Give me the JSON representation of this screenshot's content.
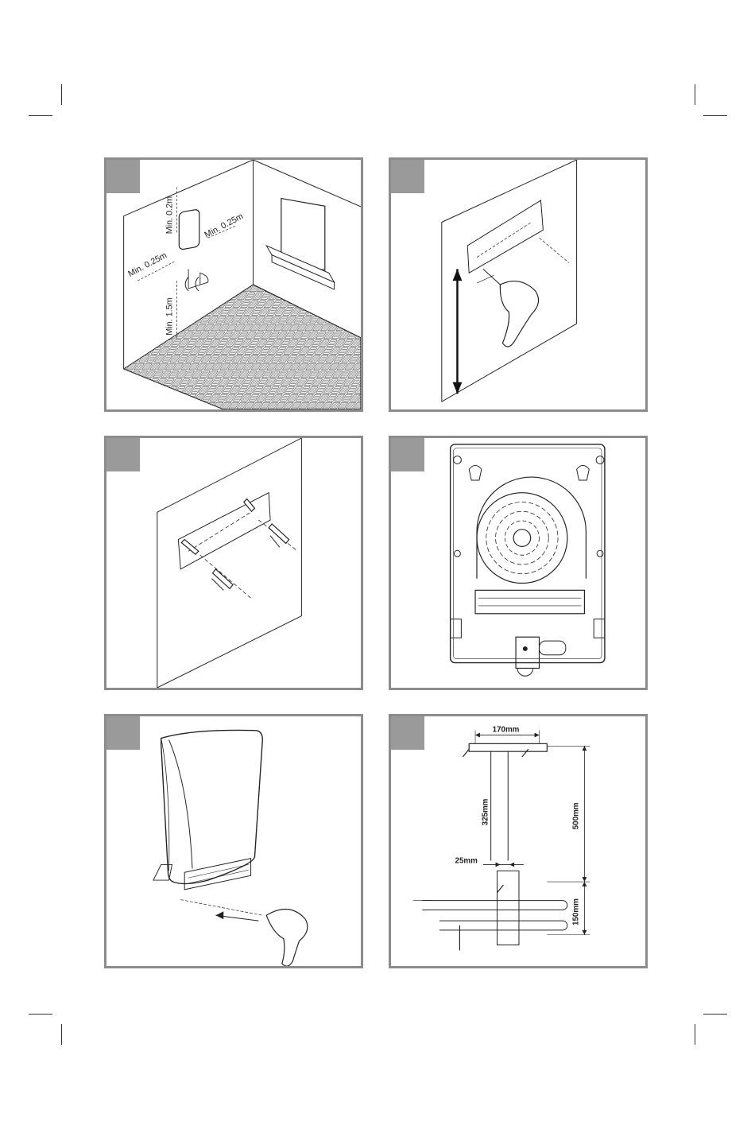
{
  "panels": {
    "p1": {
      "dim_top": "Min. 0.2m",
      "dim_right": "Min. 0.25m",
      "dim_left": "Min. 0.25m",
      "dim_floor": "Min. 1.5m"
    },
    "p6": {
      "dim_width": "170mm",
      "dim_height_left": "325mm",
      "dim_height_right": "500mm",
      "dim_gap": "25mm",
      "dim_lower": "150mm"
    }
  }
}
